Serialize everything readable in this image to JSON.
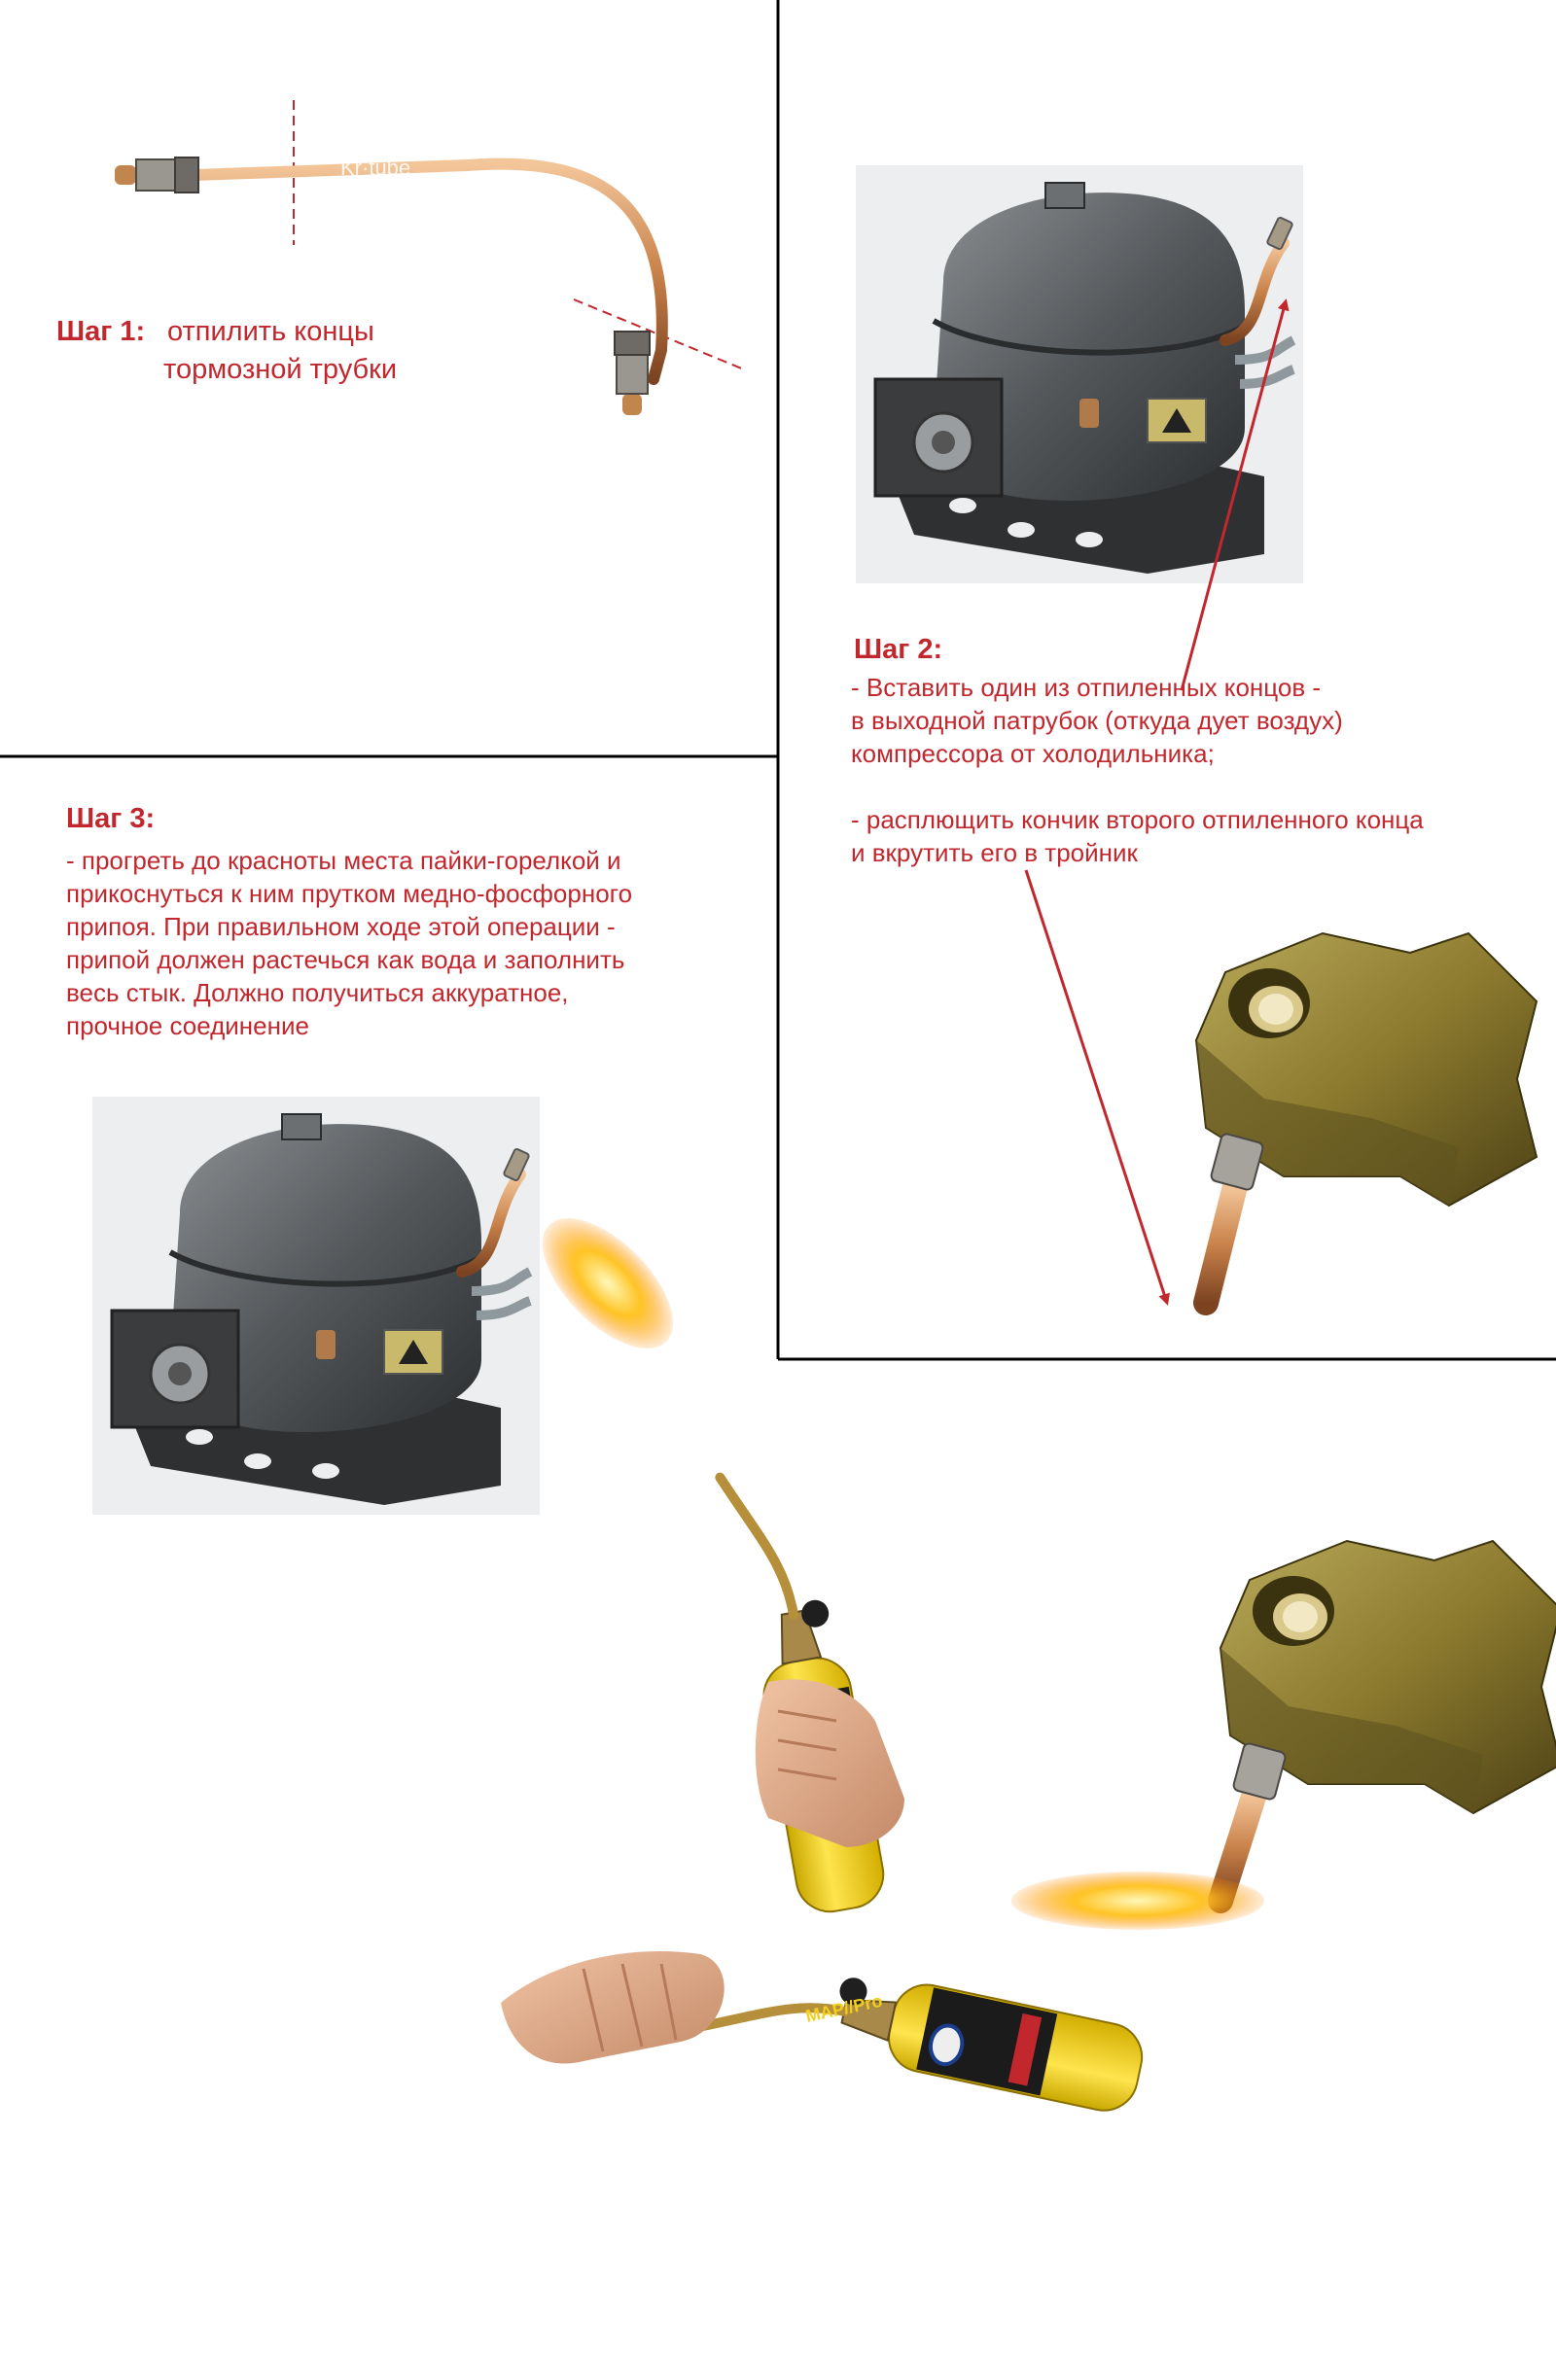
{
  "step1": {
    "title": "Шаг 1:",
    "line1": "отпилить концы",
    "line2": "тормозной трубки"
  },
  "step2": {
    "title": "Шаг 2:",
    "text": "- Вставить один из отпиленных концов -\nв выходной патрубок (откуда дует воздух)\nкомпрессора от холодильника;\n\n- расплющить кончик второго отпиленного конца\nи вкрутить его в тройник"
  },
  "step3": {
    "title": "Шаг 3:",
    "text": "- прогреть до красноты места пайки-горелкой и\nприкоснуться к ним прутком медно-фосфорного\nприпоя. При правильном ходе этой операции -\nприпой должен растечься как вода и заполнить\nвесь стык. Должно получиться аккуратное,\nпрочное соединение"
  },
  "tube_print": "Kr·tube",
  "torch_label": "MAP//Pro",
  "colors": {
    "accent_text": "#c1272d",
    "panel_border": "#000000",
    "copper": "#c9824a",
    "brass": "#8c7a2e",
    "compressor": "#5a5d60",
    "torch_yellow": "#f2cf1c",
    "flame": "#ffb21e",
    "arrow": "#c1272d"
  }
}
